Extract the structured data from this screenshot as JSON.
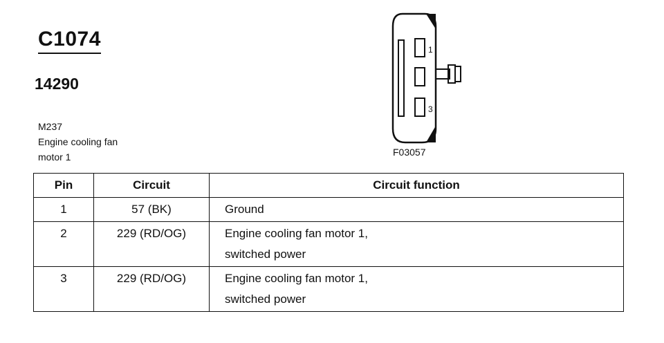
{
  "header": {
    "connector_id": "C1074",
    "part_number": "14290",
    "location_code": "M237",
    "description_lines": [
      "Engine cooling fan",
      "motor 1"
    ]
  },
  "diagram": {
    "pin_labels": [
      "1",
      "3"
    ],
    "figure_id": "F03057"
  },
  "table": {
    "headers": [
      "Pin",
      "Circuit",
      "Circuit function"
    ],
    "rows": [
      {
        "pin": "1",
        "circuit": "57 (BK)",
        "function_lines": [
          "Ground"
        ]
      },
      {
        "pin": "2",
        "circuit": "229 (RD/OG)",
        "function_lines": [
          "Engine cooling fan motor 1,",
          "switched power"
        ]
      },
      {
        "pin": "3",
        "circuit": "229 (RD/OG)",
        "function_lines": [
          "Engine cooling fan motor 1,",
          "switched power"
        ]
      }
    ]
  }
}
